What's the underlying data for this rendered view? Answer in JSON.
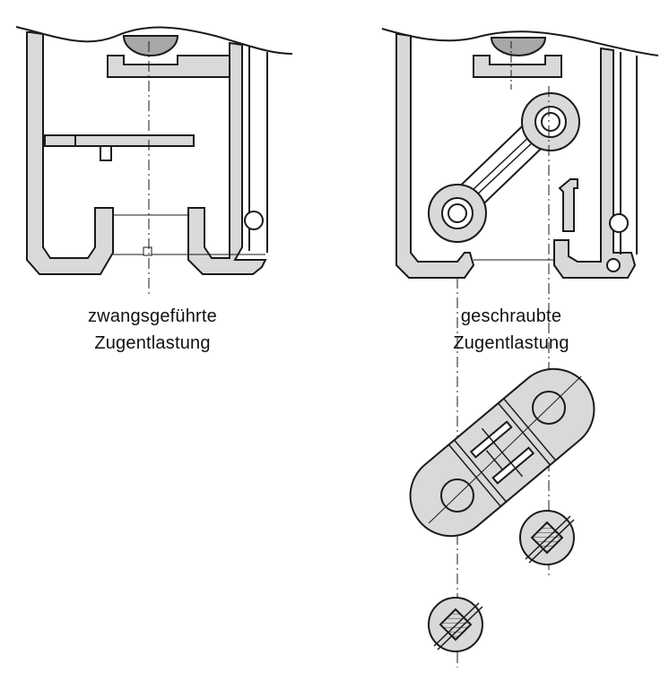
{
  "captions": {
    "left": {
      "line1": "zwangsgeführte",
      "line2": "Zugentlastung"
    },
    "right": {
      "line1": "geschraubte",
      "line2": "Zugentlastung"
    }
  },
  "colors": {
    "ink": "#1a1a1a",
    "fill": "#d9d9d9",
    "dark_fill": "#a8a8a8",
    "paper": "#ffffff"
  }
}
